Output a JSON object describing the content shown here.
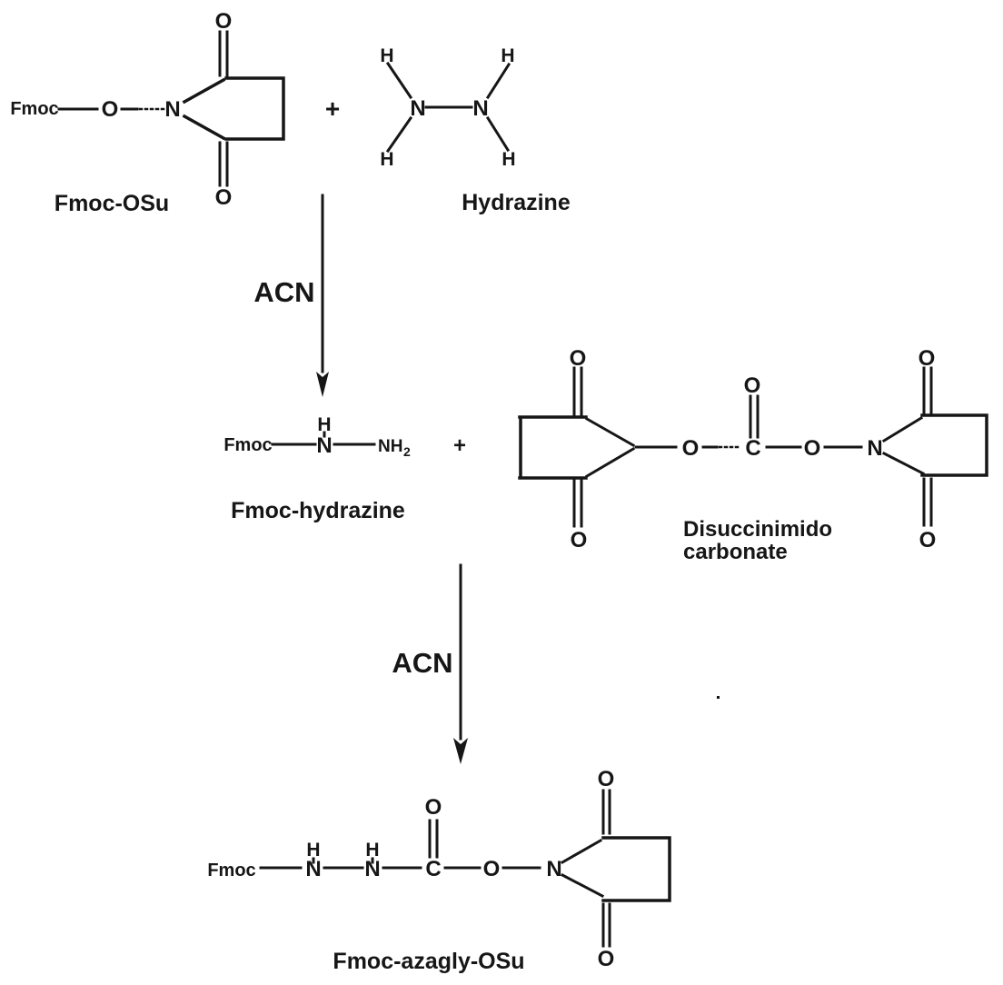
{
  "colors": {
    "ink": "#161616",
    "background": "#ffffff"
  },
  "scheme": {
    "fmoc_osu": {
      "label": "Fmoc-OSu",
      "fmoc": "Fmoc",
      "o_link": "O",
      "n_ring": "N",
      "o_top": "O",
      "o_bottom": "O"
    },
    "plus_top": "+",
    "hydrazine": {
      "label": "Hydrazine",
      "n_left": "N",
      "n_right": "N",
      "h_top_left": "H",
      "h_top_right": "H",
      "h_bottom_left": "H",
      "h_bottom_right": "H"
    },
    "arrow1": {
      "reagent": "ACN"
    },
    "fmoc_hydrazine": {
      "label": "Fmoc-hydrazine",
      "fmoc": "Fmoc",
      "h": "H",
      "n": "N",
      "nh": "NH",
      "nh_subscript": "2"
    },
    "plus_middle": "+",
    "dsc": {
      "label_line1": "Disuccinimido",
      "label_line2": "carbonate",
      "o_left_top": "O",
      "o_left_bottom": "O",
      "o_ester_left": "O",
      "c_center": "C",
      "o_carbonyl": "O",
      "o_ester_right": "O",
      "n_ring": "N",
      "o_right_top": "O",
      "o_right_bottom": "O"
    },
    "arrow2": {
      "reagent": "ACN"
    },
    "product": {
      "label": "Fmoc-azagly-OSu",
      "fmoc": "Fmoc",
      "h1": "H",
      "n1": "N",
      "h2": "H",
      "n2": "N",
      "c": "C",
      "o_carbonyl": "O",
      "o_ester": "O",
      "n_ring": "N",
      "o_ring_top": "O",
      "o_ring_bottom": "O"
    }
  }
}
